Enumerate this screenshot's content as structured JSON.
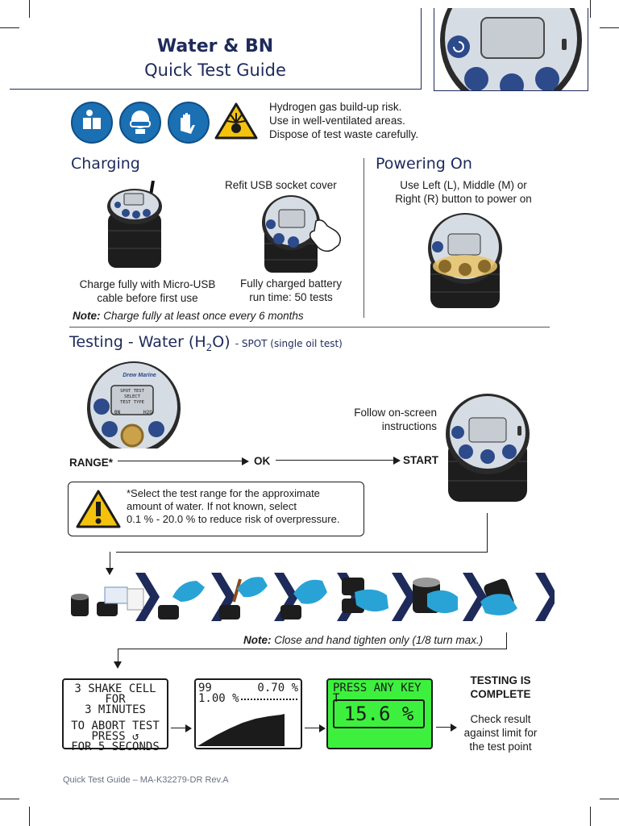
{
  "header": {
    "title": "Water & BN",
    "subtitle": "Quick Test Guide"
  },
  "safety": {
    "icons": [
      "read-manual-icon",
      "safety-goggles-icon",
      "gloves-icon",
      "explosive-hazard-icon"
    ],
    "line1": "Hydrogen gas build-up risk.",
    "line2": "Use in well-ventilated areas.",
    "line3": "Dispose of test waste carefully."
  },
  "charging": {
    "heading": "Charging",
    "refit": "Refit USB socket cover",
    "caption1_line1": "Charge fully with Micro-USB",
    "caption1_line2": "cable before first use",
    "caption2_line1": "Fully charged battery",
    "caption2_line2": "run time: 50 tests",
    "note_label": "Note:",
    "note_text": "Charge fully at least once every 6 months"
  },
  "powering": {
    "heading": "Powering On",
    "line1": "Use Left (L), Middle (M) or",
    "line2": "Right (R) button to power on"
  },
  "testing": {
    "heading_pre": "Testing - Water (H",
    "heading_sub": "2",
    "heading_post": "O)",
    "heading_tag": "- SPOT (single oil test)",
    "device_screen_line1": "SPOT TEST",
    "device_screen_line2": "SELECT",
    "device_screen_line3": "TEST TYPE",
    "device_screen_l": "BN",
    "device_screen_r": "H2O",
    "brand": "Drew Marine",
    "follow_line1": "Follow on-screen",
    "follow_line2": "instructions",
    "range_label": "RANGE*",
    "ok_label": "OK",
    "start_label": "START",
    "warn_line1": "*Select the test range for the approximate",
    "warn_line2": "amount of water. If not known, select",
    "warn_line3": "0.1 % - 20.0 % to reduce risk of overpressure.",
    "note2_label": "Note:",
    "note2_text": "Close and hand tighten only (1/8 turn max.)"
  },
  "screens": {
    "shake_line1": "3 SHAKE CELL FOR",
    "shake_line2": "3 MINUTES",
    "shake_line3": "TO ABORT TEST",
    "shake_line4": "PRESS ↺",
    "shake_line5": "FOR 5 SECONDS",
    "graph_left": "99",
    "graph_right": "0.70 %",
    "graph_level": "1.00 %",
    "result_header": "PRESS ANY KEY T",
    "result_value": "15.6 %",
    "result_color": "#3ef03e",
    "complete_line1": "TESTING IS",
    "complete_line2": "COMPLETE",
    "check_line1": "Check result",
    "check_line2": "against limit for",
    "check_line3": "the test point"
  },
  "footer": {
    "text": "Quick Test Guide – MA-K32279-DR Rev.A"
  },
  "colors": {
    "navy": "#1d2a5a",
    "ppe_blue": "#1b6fb3",
    "warning_yellow": "#f4c20d",
    "device_blue": "#2d4a8a",
    "lcd_green": "#3ef03e"
  }
}
